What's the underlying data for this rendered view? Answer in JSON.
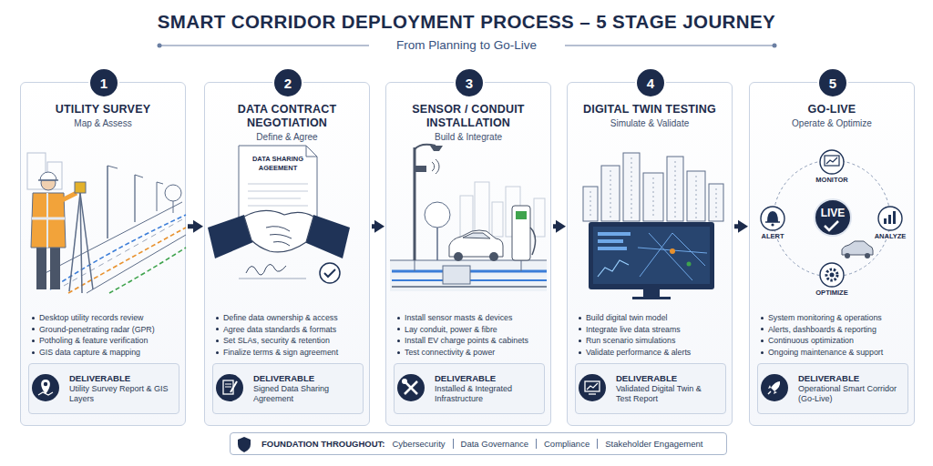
{
  "diagram": {
    "title": "SMART CORRIDOR DEPLOYMENT PROCESS – 5 STAGE JOURNEY",
    "nodes": [
      {
        "text": [
          "UTILITY SURVEY",
          "Map & Assess",
          "Desktop utility records review",
          "Ground-penetrating radar (GPR)",
          "Potholing & feature verification",
          "GIS data capture & mapping"
        ]
      },
      {
        "text": [
          "1"
        ],
        "in": 0
      },
      {
        "text": [
          "DELIVERABLE",
          "Utility Survey Report & GIS Layers"
        ],
        "in": 0
      },
      {
        "text": [
          "DATA CONTRACT NEGOTIATION",
          "Define & Agree",
          "Define data ownership & access",
          "Agree data standards & formats",
          "Set SLAs, security & retention",
          "Finalize terms & sign agreement"
        ]
      },
      {
        "text": [
          "2"
        ],
        "in": 3
      },
      {
        "text": [
          "DELIVERABLE",
          "Signed Data Sharing Agreement"
        ],
        "in": 3
      },
      {
        "text": [
          "SENSOR / CONDUIT INSTALLATION",
          "Build & Integrate",
          "Install sensor masts & devices",
          "Lay conduit, power & fibre",
          "Install EV charge points & cabinets",
          "Test connectivity & power"
        ]
      },
      {
        "text": [
          "3"
        ],
        "in": 6
      },
      {
        "text": [
          "DELIVERABLE",
          "Installed & Integrated Infrastructure"
        ],
        "in": 6
      },
      {
        "text": [
          "DIGITAL TWIN TESTING",
          "Simulate & Validate",
          "Build digital twin model",
          "Integrate live data streams",
          "Run scenario simulations",
          "Validate performance & alerts"
        ]
      },
      {
        "text": [
          "4"
        ],
        "in": 9
      },
      {
        "text": [
          "DELIVERABLE",
          "Validated Digital Twin & Test Report"
        ],
        "in": 9
      },
      {
        "text": [
          "GO-LIVE",
          "Operate & Optimize",
          "System monitoring & operations",
          "Alerts, dashboards & reporting",
          "Continuous optimization",
          "Ongoing maintenance & support"
        ]
      },
      {
        "text": [
          "5"
        ],
        "in": 12
      },
      {
        "text": [
          "LIVE"
        ],
        "in": 12
      },
      {
        "text": [
          "DELIVERABLE",
          "Operational Smart Corridor (Go-Live)"
        ],
        "in": 12
      },
      {
        "text": [
          "FOUNDATION THROUGHOUT:",
          "Cybersecurity",
          "Data Governance",
          "Compliance",
          "Stakeholder Engagement"
        ]
      }
    ],
    "edges": [
      {
        "from": 0,
        "to": 3,
        "arrow": "to"
      },
      {
        "from": 3,
        "to": 6,
        "arrow": "to"
      },
      {
        "from": 6,
        "to": 9,
        "arrow": "to"
      },
      {
        "from": 9,
        "to": 12,
        "arrow": "to"
      }
    ],
    "labels": [
      "From Planning to Go-Live",
      "DATA SHARING AGEEMENT",
      "MONITOR",
      "ALERT",
      "ANALYZE",
      "OPTIMIZE"
    ]
  }
}
